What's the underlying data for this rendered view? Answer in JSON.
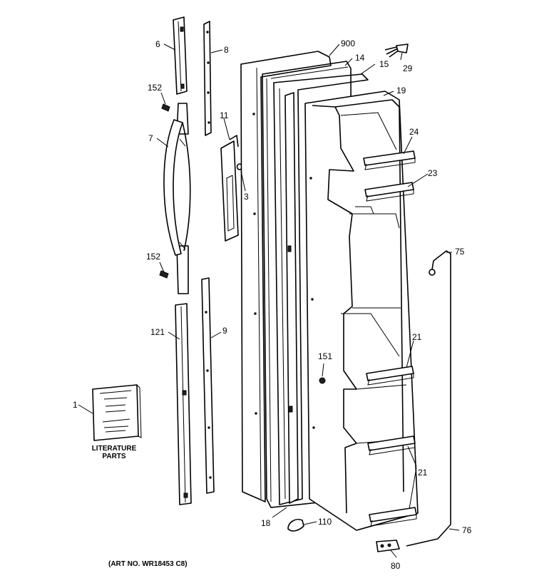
{
  "labels": {
    "l6": "6",
    "l8": "8",
    "l152a": "152",
    "l7": "7",
    "l11": "11",
    "l3": "3",
    "l152b": "152",
    "l121": "121",
    "l9": "9",
    "l1": "1",
    "l900": "900",
    "l14": "14",
    "l15": "15",
    "l29": "29",
    "l19": "19",
    "l24": "24",
    "l23": "23",
    "l75": "75",
    "l21a": "21",
    "l151": "151",
    "l21b": "21",
    "l18": "18",
    "l110": "110",
    "l76": "76",
    "l80": "80"
  },
  "literature_caption_1": "LITERATURE",
  "literature_caption_2": "PARTS",
  "art_number": "(ART NO. WR18453 C8)"
}
